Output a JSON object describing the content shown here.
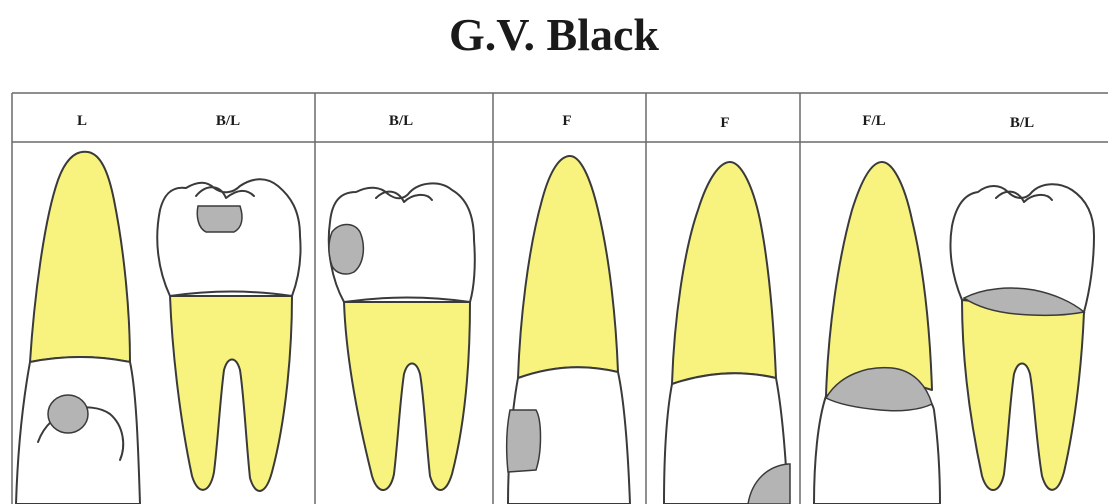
{
  "title": "G.V. Black",
  "columns": [
    {
      "label": "L"
    },
    {
      "label": "B/L"
    },
    {
      "label": "B/L"
    },
    {
      "label": "F"
    },
    {
      "label": "F"
    },
    {
      "label": "F/L"
    },
    {
      "label": "B/L"
    }
  ],
  "colors": {
    "root": "#f7f37e",
    "cavity": "#b4b4b4",
    "crown": "#ffffff",
    "outline": "#3a3a3a"
  }
}
